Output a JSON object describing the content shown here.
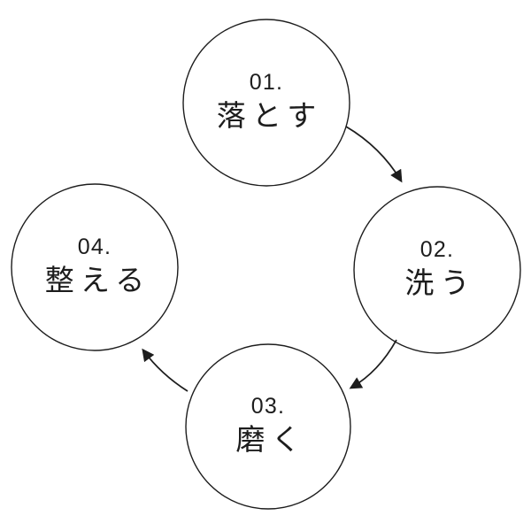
{
  "diagram": {
    "type": "cycle",
    "colors": {
      "background": "#ffffff",
      "ink": "#1d1d1d"
    },
    "steps": [
      {
        "number": "01.",
        "label": "落とす"
      },
      {
        "number": "02.",
        "label": "洗う"
      },
      {
        "number": "03.",
        "label": "磨く"
      },
      {
        "number": "04.",
        "label": "整える"
      }
    ],
    "arrows": [
      {
        "from": "01.",
        "to": "02."
      },
      {
        "from": "02.",
        "to": "03."
      },
      {
        "from": "03.",
        "to": "04."
      }
    ]
  }
}
